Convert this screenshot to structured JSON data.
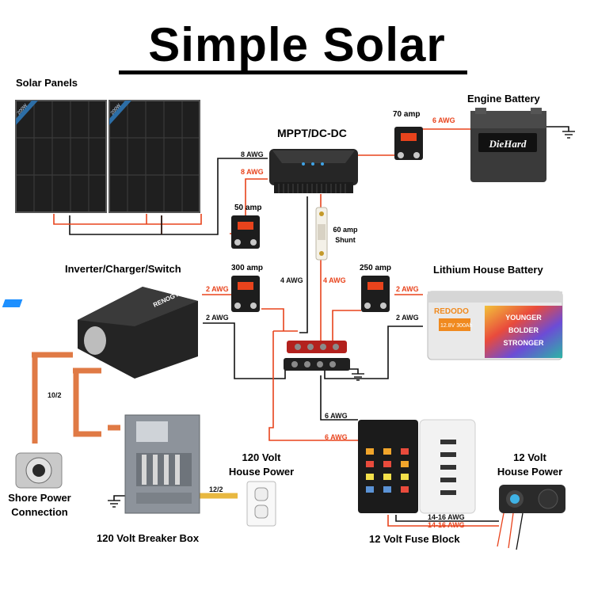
{
  "title": "Simple Solar",
  "components": {
    "solar_panels": "Solar Panels",
    "mppt": "MPPT/DC-DC",
    "engine_battery": "Engine Battery",
    "inverter": "Inverter/Charger/Switch",
    "lithium_battery": "Lithium House Battery",
    "shore_power": [
      "Shore Power",
      "Connection"
    ],
    "breaker_box": "120 Volt Breaker Box",
    "house_power_120": [
      "120 Volt",
      "House Power"
    ],
    "fuse_block": "12 Volt Fuse Block",
    "house_power_12": [
      "12 Volt",
      "House Power"
    ]
  },
  "breakers": {
    "b70": "70 amp",
    "b50": "50 amp",
    "b300": "300 amp",
    "b250": "250 amp",
    "shunt": [
      "60 amp",
      "Shunt"
    ]
  },
  "wire_labels": {
    "awg8_black": "8 AWG",
    "awg8_red": "8 AWG",
    "awg6_engine": "6 AWG",
    "awg4_black": "4 AWG",
    "awg4_red": "4 AWG",
    "awg2_red_left": "2 AWG",
    "awg2_black_left": "2 AWG",
    "awg2_red_right": "2 AWG",
    "awg2_black_right": "2 AWG",
    "awg6_black_fuse": "6 AWG",
    "awg6_red_fuse": "6 AWG",
    "tenTwo": "10/2",
    "twelveTwo": "12/2",
    "awg1416_black": "14-16 AWG",
    "awg1416_red": "14-16 AWG"
  },
  "product_text": {
    "panel_badge": "200W",
    "renogy": "RENOGY",
    "diehard": "DieHard",
    "redodo": "REDODO",
    "battery_spec": "12.8V 300Ah",
    "slogan": [
      "YOUNGER",
      "BOLDER",
      "STRONGER"
    ]
  },
  "colors": {
    "red_wire": "#e8431c",
    "black_wire": "#111111",
    "copper": "#e07a45",
    "panel": "#1f1f1f"
  }
}
